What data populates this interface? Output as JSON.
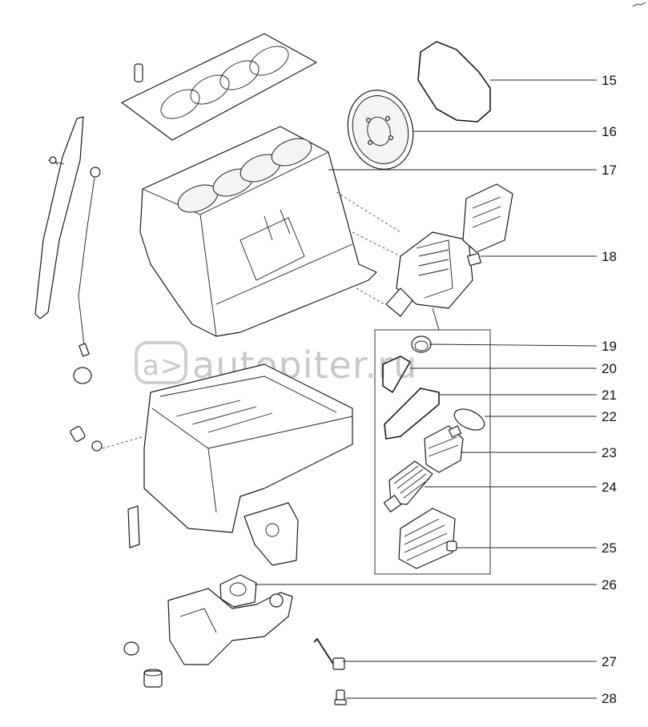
{
  "watermark": {
    "text": "autopiter.ru",
    "symbol": "a>"
  },
  "callouts": [
    {
      "id": "c15",
      "label": "15"
    },
    {
      "id": "c16",
      "label": "16"
    },
    {
      "id": "c17",
      "label": "17"
    },
    {
      "id": "c18",
      "label": "18"
    },
    {
      "id": "c19",
      "label": "19"
    },
    {
      "id": "c20",
      "label": "20"
    },
    {
      "id": "c21",
      "label": "21"
    },
    {
      "id": "c22",
      "label": "22"
    },
    {
      "id": "c23",
      "label": "23"
    },
    {
      "id": "c24",
      "label": "24"
    },
    {
      "id": "c25",
      "label": "25"
    },
    {
      "id": "c26",
      "label": "26"
    },
    {
      "id": "c27",
      "label": "27"
    },
    {
      "id": "c28",
      "label": "28"
    }
  ]
}
